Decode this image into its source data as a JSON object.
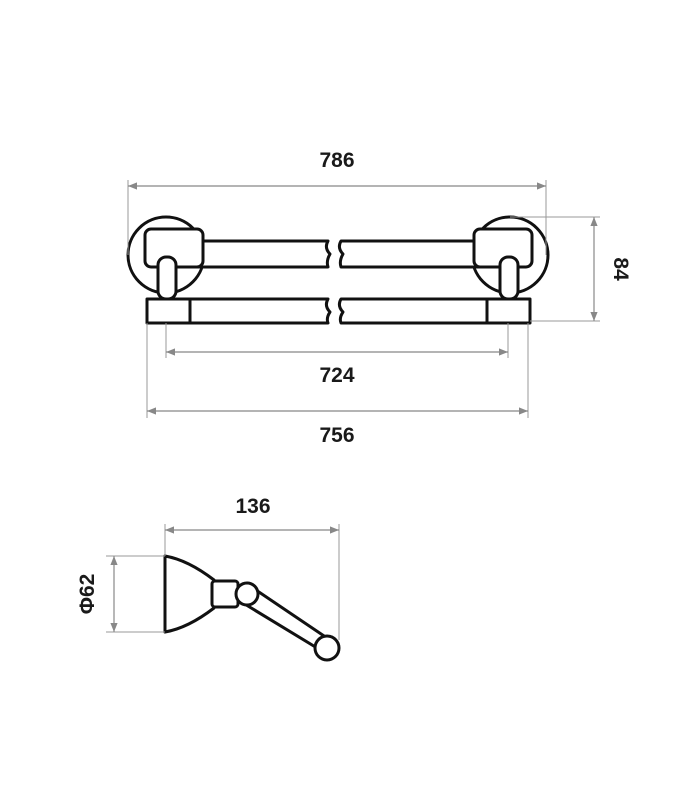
{
  "front_view": {
    "overall_length": "786",
    "height": "84",
    "inner_length": "724",
    "bar_length": "756"
  },
  "side_view": {
    "depth": "136",
    "base_diameter": "Φ62"
  }
}
